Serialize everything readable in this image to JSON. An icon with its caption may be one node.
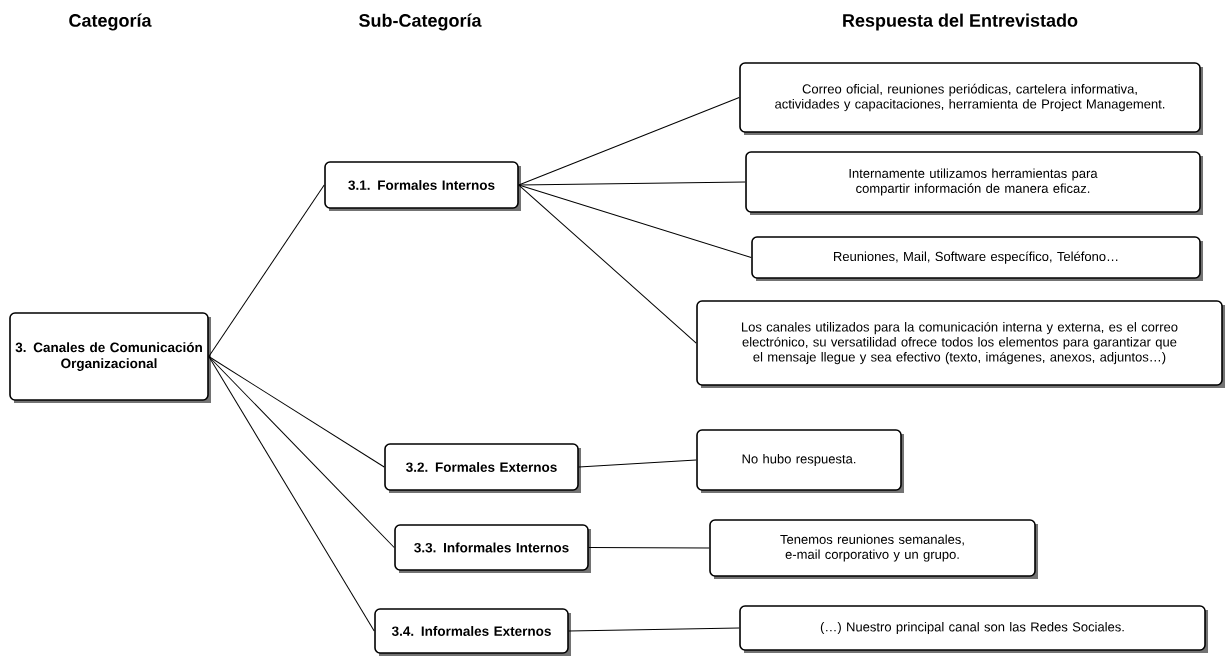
{
  "diagram": {
    "nodes": [
      {
        "text": [
          "3. Canales de Comunicación Organizacional"
        ]
      },
      {
        "text": [
          "3.1. Formales Internos"
        ]
      },
      {
        "text": [
          "3.2. Formales Externos"
        ]
      },
      {
        "text": [
          "3.3. Informales Internos"
        ]
      },
      {
        "text": [
          "3.4. Informales Externos"
        ]
      },
      {
        "text": [
          "Correo oficial, reuniones periódicas, cartelera informativa, actividades y capacitaciones, herramienta de Project Management."
        ]
      },
      {
        "text": [
          "Internamente utilizamos herramientas para compartir información de manera eficaz."
        ]
      },
      {
        "text": [
          "Reuniones, Mail, Software específico, Teléfono…"
        ]
      },
      {
        "text": [
          "Los canales utilizados para la comunicación interna y externa, es el correo electrónico, su versatilidad ofrece todos los elementos para garantizar que el mensaje llegue y sea efectivo (texto, imágenes, anexos, adjuntos…)"
        ]
      },
      {
        "text": [
          "No hubo respuesta."
        ]
      },
      {
        "text": [
          "Tenemos reuniones semanales, e-mail corporativo y un grupo."
        ]
      },
      {
        "text": [
          "(…) Nuestro principal canal son las Redes Sociales."
        ]
      }
    ],
    "edges": [
      {
        "from": 0,
        "to": 1,
        "arrow": "none"
      },
      {
        "from": 0,
        "to": 2,
        "arrow": "none"
      },
      {
        "from": 0,
        "to": 3,
        "arrow": "none"
      },
      {
        "from": 0,
        "to": 4,
        "arrow": "none"
      },
      {
        "from": 1,
        "to": 5,
        "arrow": "none"
      },
      {
        "from": 1,
        "to": 6,
        "arrow": "none"
      },
      {
        "from": 1,
        "to": 7,
        "arrow": "none"
      },
      {
        "from": 1,
        "to": 8,
        "arrow": "none"
      },
      {
        "from": 2,
        "to": 9,
        "arrow": "none"
      },
      {
        "from": 3,
        "to": 10,
        "arrow": "none"
      },
      {
        "from": 4,
        "to": 11,
        "arrow": "none"
      }
    ],
    "labels": [
      "Categoría",
      "Sub-Categoría",
      "Respuesta del Entrevistado"
    ]
  }
}
